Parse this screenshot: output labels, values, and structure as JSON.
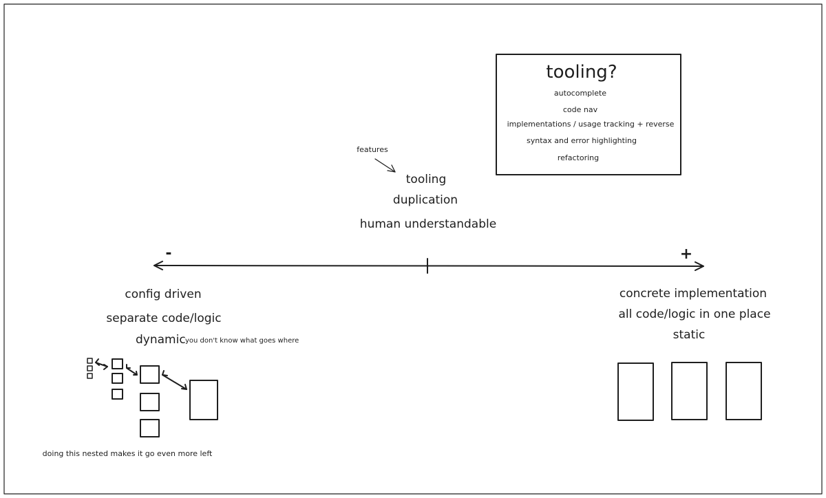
{
  "tooling_box": {
    "title": "tooling?",
    "items": [
      "autocomplete",
      "code nav",
      "implementations / usage tracking + reverse",
      "syntax and error highlighting",
      "refactoring"
    ]
  },
  "features_note": "features",
  "center_labels": [
    "tooling",
    "duplication",
    "human understandable"
  ],
  "axis": {
    "minus_label": "-",
    "plus_label": "+"
  },
  "left_labels": {
    "config": "config driven",
    "separate": "separate code/logic",
    "dynamic": "dynamic",
    "dynamic_note": "you don't know what goes where"
  },
  "left_footnote": "doing this nested makes it go even more left",
  "right_labels": [
    "concrete implementation",
    "all code/logic in one place",
    "static"
  ]
}
